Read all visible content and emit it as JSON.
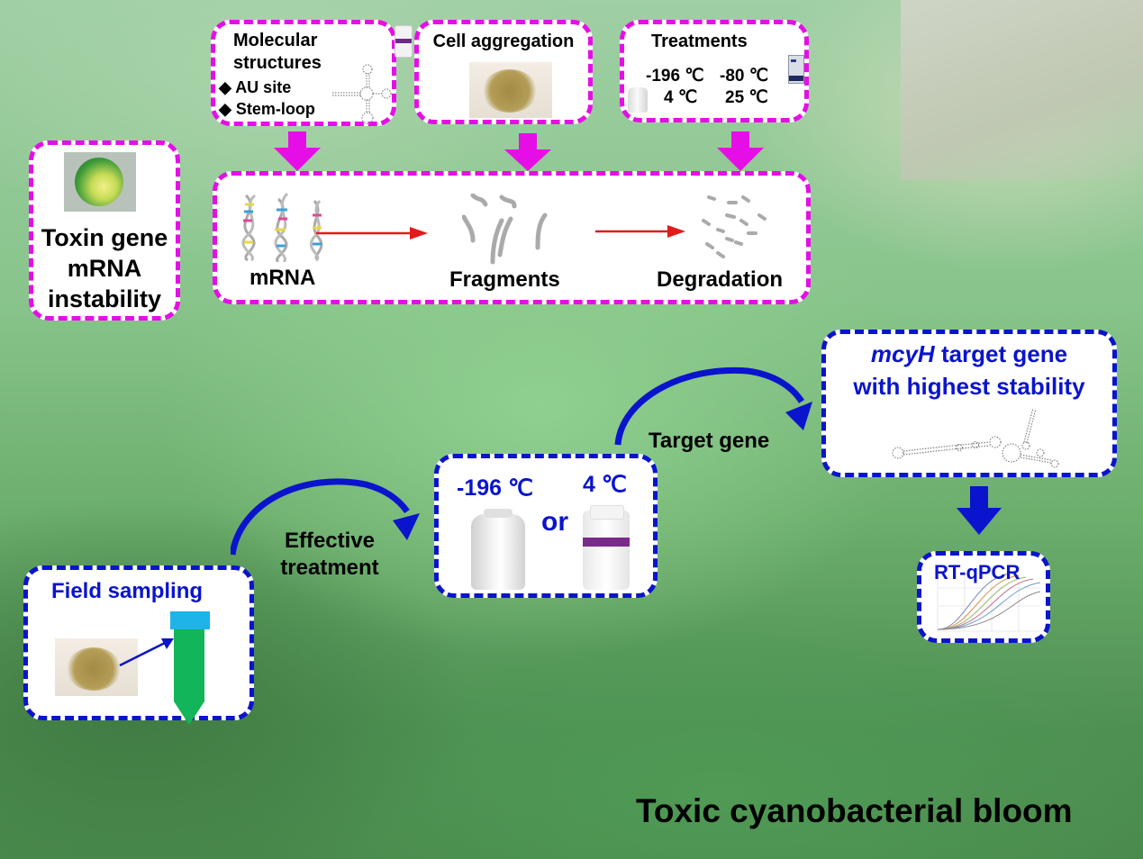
{
  "diagram": {
    "footer_title": "Toxic cyanobacterial bloom",
    "colors": {
      "top_section_border": "#e60ee6",
      "bottom_section_border": "#0a14cc",
      "process_arrow": "#e21b1b",
      "flow_arrow": "#0a14cc",
      "tube_cap": "#1fb3ea",
      "tube_body": "#12b55a"
    },
    "top": {
      "left_box": {
        "image": "cyanobacteria-cell-micrograph",
        "lines": [
          "Toxin gene",
          "mRNA",
          "instability"
        ]
      },
      "factor_boxes": [
        {
          "title_lines": [
            "Molecular",
            "structures"
          ],
          "bullets": [
            "AU site",
            "Stem-loop"
          ],
          "bullet_marker": "◆",
          "images": [
            "rna-stem-loop-structure",
            "reagent-bottle"
          ]
        },
        {
          "title": "Cell aggregation",
          "image": "cell-aggregate-micrograph"
        },
        {
          "title": "Treatments",
          "temps": [
            "-196 ℃",
            "-80 ℃",
            "4 ℃",
            "25 ℃"
          ],
          "images": [
            "liquid-nitrogen-tank",
            "ultra-low-freezer"
          ]
        }
      ],
      "process": {
        "stages": [
          "mRNA",
          "Fragments",
          "Degradation"
        ],
        "images": [
          "mrna-helices",
          "rna-fragments",
          "degraded-pieces"
        ]
      }
    },
    "bottom": {
      "field_sampling": {
        "title": "Field sampling",
        "images": [
          "cell-aggregate-micrograph",
          "sample-tube"
        ]
      },
      "arrow1_label_lines": [
        "Effective",
        "treatment"
      ],
      "storage": {
        "option_a": "-196 ℃",
        "connector": "or",
        "option_b": "4 ℃",
        "images": [
          "liquid-nitrogen-tank",
          "RNAstore Reagent bottle"
        ]
      },
      "arrow2_label": "Target gene",
      "target": {
        "gene_italic": "mcyH",
        "line1_rest": " target gene",
        "line2": "with highest stability",
        "image": "mcyH-mrna-secondary-structure"
      },
      "assay": {
        "label": "RT-qPCR",
        "image": "amplification-curves"
      }
    }
  }
}
